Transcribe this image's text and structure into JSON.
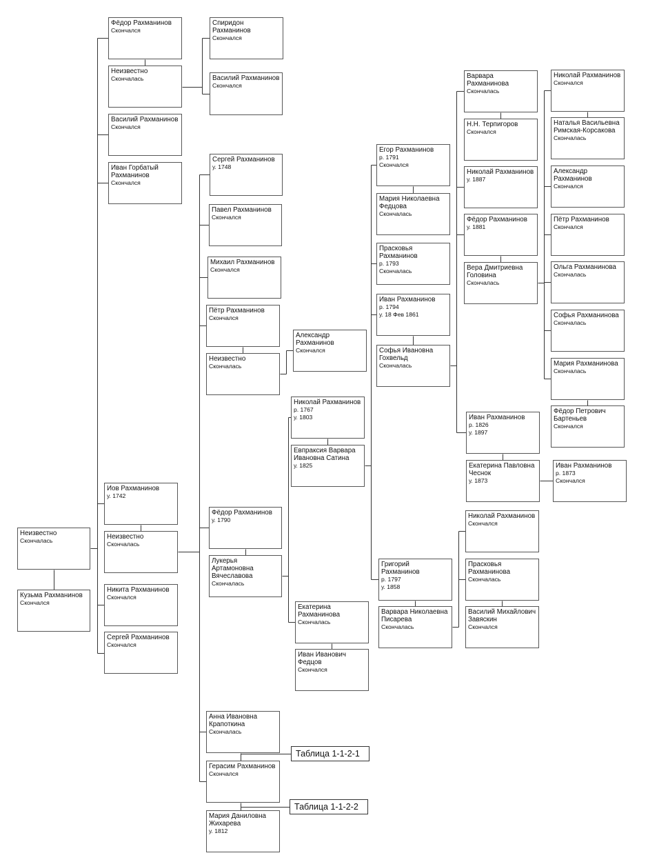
{
  "people": {
    "p_root": {
      "name": "Неизвестно",
      "lines": [
        "Скончалась"
      ]
    },
    "p_kuzma": {
      "name": "Кузьма Рахманинов",
      "lines": [
        "Скончался"
      ]
    },
    "p_fedor1": {
      "name": "Фёдор Рахманинов",
      "lines": [
        "Скончался"
      ]
    },
    "p_neizv2": {
      "name": "Неизвестно",
      "lines": [
        "Скончалась"
      ]
    },
    "p_spiridon": {
      "name": "Спиридон Рахманинов",
      "lines": [
        "Скончался"
      ]
    },
    "p_vasiliy1": {
      "name": "Василий Рахманинов",
      "lines": [
        "Скончался"
      ]
    },
    "p_vasiliy2": {
      "name": "Василий Рахманинов",
      "lines": [
        "Скончался"
      ]
    },
    "p_ivan_gorb": {
      "name": "Иван Горбатый Рахманинов",
      "lines": [
        "Скончался"
      ]
    },
    "p_iov": {
      "name": "Иов Рахманинов",
      "lines": [
        "у. 1742"
      ]
    },
    "p_neizv3": {
      "name": "Неизвестно",
      "lines": [
        "Скончалась"
      ]
    },
    "p_nikita": {
      "name": "Никита Рахманинов",
      "lines": [
        "Скончался"
      ]
    },
    "p_sergey_k": {
      "name": "Сергей Рахманинов",
      "lines": [
        "Скончался"
      ]
    },
    "p_sergey1748": {
      "name": "Сергей Рахманинов",
      "lines": [
        "у. 1748"
      ]
    },
    "p_pavel": {
      "name": "Павел Рахманинов",
      "lines": [
        "Скончался"
      ]
    },
    "p_mikhail": {
      "name": "Михаил Рахманинов",
      "lines": [
        "Скончался"
      ]
    },
    "p_petr1": {
      "name": "Пётр Рахманинов",
      "lines": [
        "Скончался"
      ]
    },
    "p_neizv4": {
      "name": "Неизвестно",
      "lines": [
        "Скончалась"
      ]
    },
    "p_aleksandr1": {
      "name": "Александр Рахманинов",
      "lines": [
        "Скончался"
      ]
    },
    "p_fedor1790": {
      "name": "Фёдор Рахманинов",
      "lines": [
        "у. 1790"
      ]
    },
    "p_lukerya": {
      "name": "Лукерья Артамоновна Вячеславова",
      "lines": [
        "Скончалась"
      ]
    },
    "p_nikolay1767": {
      "name": "Николай Рахманинов",
      "lines": [
        "р. 1767",
        "у. 1803"
      ]
    },
    "p_evpraksiya": {
      "name": "Евпраксия Варвара Ивановна Сатина",
      "lines": [
        "у. 1825"
      ]
    },
    "p_ekaterina1": {
      "name": "Екатерина Рахманинова",
      "lines": [
        "Скончалась"
      ]
    },
    "p_ivan_fedtsov": {
      "name": "Иван Иванович Федцов",
      "lines": [
        "Скончался"
      ]
    },
    "p_anna": {
      "name": "Анна Ивановна Крапоткина",
      "lines": [
        "Скончалась"
      ]
    },
    "p_gerasim": {
      "name": "Герасим Рахманинов",
      "lines": [
        "Скончался"
      ]
    },
    "p_mariya_zh": {
      "name": "Мария Даниловна Жихарева",
      "lines": [
        "у. 1812"
      ]
    },
    "p_egor": {
      "name": "Егор Рахманинов",
      "lines": [
        "р. 1791",
        "Скончался"
      ]
    },
    "p_mariya_f": {
      "name": "Мария Николаевна Федцова",
      "lines": [
        "Скончалась"
      ]
    },
    "p_praskovya1": {
      "name": "Прасковья Рахманинов",
      "lines": [
        "р. 1793",
        "Скончалась"
      ]
    },
    "p_ivan1794": {
      "name": "Иван Рахманинов",
      "lines": [
        "р. 1794",
        "у. 18 Фев 1861"
      ]
    },
    "p_sofya_g": {
      "name": "Софья Ивановна Гохвельд",
      "lines": [
        "Скончалась"
      ]
    },
    "p_grigoriy": {
      "name": "Григорий Рахманинов",
      "lines": [
        "р. 1797",
        "у. 1858"
      ]
    },
    "p_varvara_p": {
      "name": "Варвара Николаевна Писарева",
      "lines": [
        "Скончалась"
      ]
    },
    "p_varvara_r": {
      "name": "Варвара Рахманинова",
      "lines": [
        "Скончалась"
      ]
    },
    "p_terpigorov": {
      "name": "Н.Н. Терпигоров",
      "lines": [
        "Скончался"
      ]
    },
    "p_nikolay1887": {
      "name": "Николай Рахманинов",
      "lines": [
        "у. 1887"
      ]
    },
    "p_fedor1881": {
      "name": "Фёдор Рахманинов",
      "lines": [
        "у. 1881"
      ]
    },
    "p_vera": {
      "name": "Вера Дмитриевна Головина",
      "lines": [
        "Скончалась"
      ]
    },
    "p_ivan1826": {
      "name": "Иван Рахманинов",
      "lines": [
        "р. 1826",
        "у. 1897"
      ]
    },
    "p_ekaterina_ch": {
      "name": "Екатерина Павловна Чеснок",
      "lines": [
        "у. 1873"
      ]
    },
    "p_nikolay_g": {
      "name": "Николай Рахманинов",
      "lines": [
        "Скончался"
      ]
    },
    "p_praskovya2": {
      "name": "Прасковья Рахманинова",
      "lines": [
        "Скончалась"
      ]
    },
    "p_zavyaskin": {
      "name": "Василий Михайлович Завяскин",
      "lines": [
        "Скончался"
      ]
    },
    "p_nikolay_r": {
      "name": "Николай Рахманинов",
      "lines": [
        "Скончался"
      ]
    },
    "p_natalya": {
      "name": "Наталья Васильевна Римская-Корсакова",
      "lines": [
        "Скончалась"
      ]
    },
    "p_aleksandr2": {
      "name": "Александр Рахманинов",
      "lines": [
        "Скончался"
      ]
    },
    "p_petr2": {
      "name": "Пётр Рахманинов",
      "lines": [
        "Скончался"
      ]
    },
    "p_olga": {
      "name": "Ольга Рахманинова",
      "lines": [
        "Скончалась"
      ]
    },
    "p_sofya_r": {
      "name": "Софья Рахманинова",
      "lines": [
        "Скончалась"
      ]
    },
    "p_mariya_r": {
      "name": "Мария Рахманинова",
      "lines": [
        "Скончалась"
      ]
    },
    "p_bartenev": {
      "name": "Фёдор Петрович Бартеньев",
      "lines": [
        "Скончался"
      ]
    },
    "p_ivan1873": {
      "name": "Иван Рахманинов",
      "lines": [
        "р. 1873",
        "Скончался"
      ]
    }
  },
  "tables": {
    "t1": "Таблица 1-1-2-1",
    "t2": "Таблица 1-1-2-2"
  }
}
